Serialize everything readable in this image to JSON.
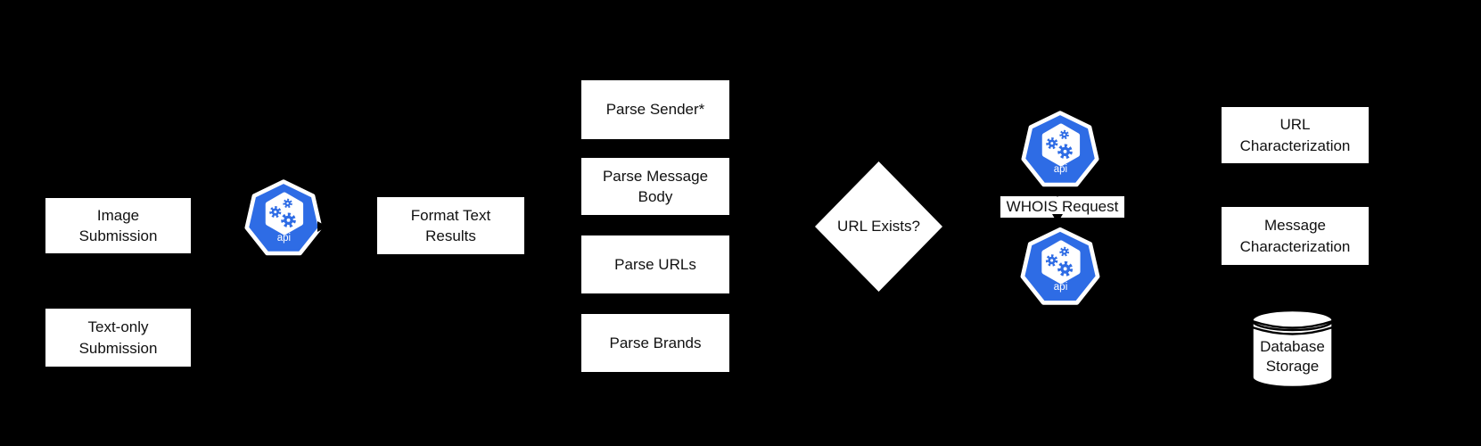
{
  "colors": {
    "bg": "#000000",
    "box-fill": "#ffffff",
    "text": "#111111",
    "accent-blue": "#2E6CE5",
    "line": "#000000"
  },
  "icons": {
    "api_label": "api"
  },
  "nodes": {
    "image_submission": {
      "label": "Image\nSubmission"
    },
    "text_only_submission": {
      "label": "Text-only\nSubmission"
    },
    "format_text_results": {
      "label": "Format Text\nResults"
    },
    "parse_sender": {
      "label": "Parse Sender*"
    },
    "parse_message_body": {
      "label": "Parse Message\nBody"
    },
    "parse_urls": {
      "label": "Parse URLs"
    },
    "parse_brands": {
      "label": "Parse Brands"
    },
    "url_exists": {
      "label": "URL Exists?"
    },
    "whois_request": {
      "label": "WHOIS Request"
    },
    "url_characterization": {
      "label": "URL\nCharacterization"
    },
    "message_characterization": {
      "label": "Message\nCharacterization"
    },
    "database_storage": {
      "label": "Database\nStorage"
    }
  }
}
